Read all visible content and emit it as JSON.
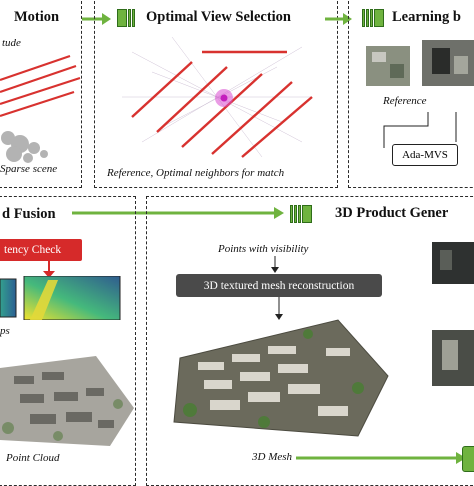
{
  "stages": {
    "motion": {
      "title": "Motion"
    },
    "view_selection": {
      "title": "Optimal View Selection"
    },
    "learning": {
      "title": "Learning b"
    },
    "fusion": {
      "title": "d Fusion"
    },
    "product": {
      "title": "3D Product Gener"
    }
  },
  "captions": {
    "tude": "tude",
    "sparse_scene": "Sparse scene",
    "view_selection": "Reference, Optimal neighbors for match",
    "reference": "Reference",
    "ps": "ps",
    "point_cloud": "Point Cloud",
    "points_visibility": "Points with visibility",
    "mesh": "3D Mesh"
  },
  "boxes": {
    "ada_mvs": "Ada-MVS",
    "consistency_check": "tency Check",
    "mesh_reconstruction": "3D textured mesh reconstruction"
  },
  "colors": {
    "accent_green": "#6fb33f",
    "camera_red": "#d8322f",
    "check_red": "#d62a2a",
    "dark_box": "#4a4a4a"
  },
  "icons": [
    "arrow-right-icon",
    "arrow-down-icon",
    "stripe-marker-icon"
  ]
}
